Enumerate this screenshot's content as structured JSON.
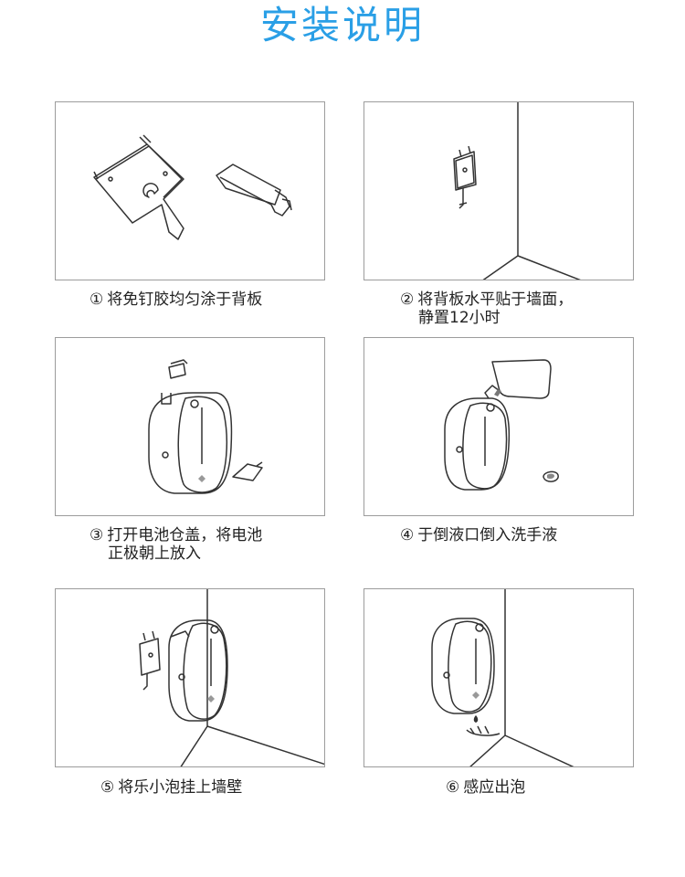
{
  "page": {
    "title": "安装说明"
  },
  "steps": [
    {
      "num": "①",
      "line1": "将免钉胶均匀涂于背板",
      "line2": ""
    },
    {
      "num": "②",
      "line1": "将背板水平贴于墙面，",
      "line2": "静置12小时"
    },
    {
      "num": "③",
      "line1": "打开电池仓盖，将电池",
      "line2": "正极朝上放入"
    },
    {
      "num": "④",
      "line1": "于倒液口倒入洗手液",
      "line2": ""
    },
    {
      "num": "⑤",
      "line1": "将乐小泡挂上墙壁",
      "line2": ""
    },
    {
      "num": "⑥",
      "line1": "感应出泡",
      "line2": ""
    }
  ],
  "colors": {
    "title": "#2a9fe6",
    "border": "#9c9c9c",
    "line_art": "#333333"
  }
}
